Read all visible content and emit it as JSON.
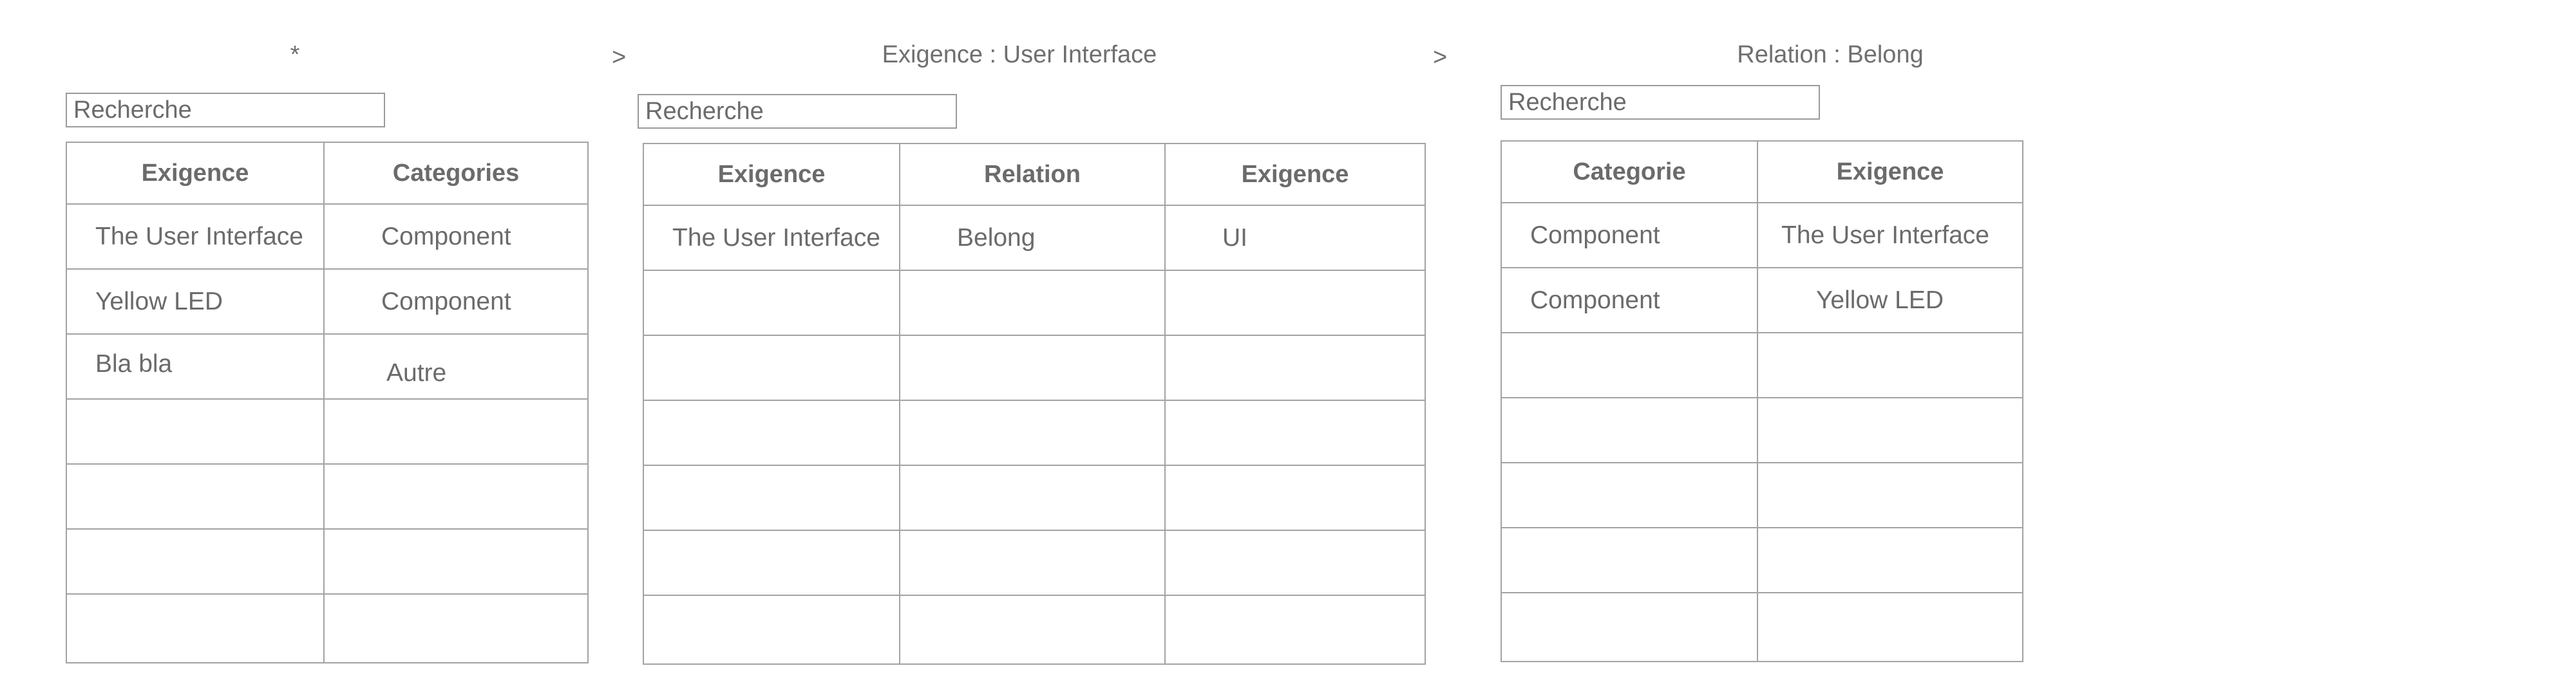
{
  "breadcrumb": {
    "level1": "*",
    "separator1": ">",
    "level2": "Exigence : User Interface",
    "separator2": ">",
    "level3": "Relation : Belong"
  },
  "panel1": {
    "search_placeholder": "Recherche",
    "headers": [
      "Exigence",
      "Categories"
    ],
    "rows": [
      [
        "The User Interface",
        "Component"
      ],
      [
        "Yellow LED",
        "Component"
      ],
      [
        "Bla bla",
        "Autre"
      ],
      [
        "",
        ""
      ],
      [
        "",
        ""
      ],
      [
        "",
        ""
      ],
      [
        "",
        ""
      ]
    ]
  },
  "panel2": {
    "search_placeholder": "Recherche",
    "headers": [
      "Exigence",
      "Relation",
      "Exigence"
    ],
    "rows": [
      [
        "The User Interface",
        "Belong",
        "UI"
      ],
      [
        "",
        "",
        ""
      ],
      [
        "",
        "",
        ""
      ],
      [
        "",
        "",
        ""
      ],
      [
        "",
        "",
        ""
      ],
      [
        "",
        "",
        ""
      ],
      [
        "",
        "",
        ""
      ]
    ]
  },
  "panel3": {
    "search_placeholder": "Recherche",
    "headers": [
      "Categorie",
      "Exigence"
    ],
    "rows": [
      [
        "Component",
        "The User Interface"
      ],
      [
        "Component",
        "Yellow LED"
      ],
      [
        "",
        ""
      ],
      [
        "",
        ""
      ],
      [
        "",
        ""
      ],
      [
        "",
        ""
      ],
      [
        "",
        ""
      ]
    ]
  }
}
